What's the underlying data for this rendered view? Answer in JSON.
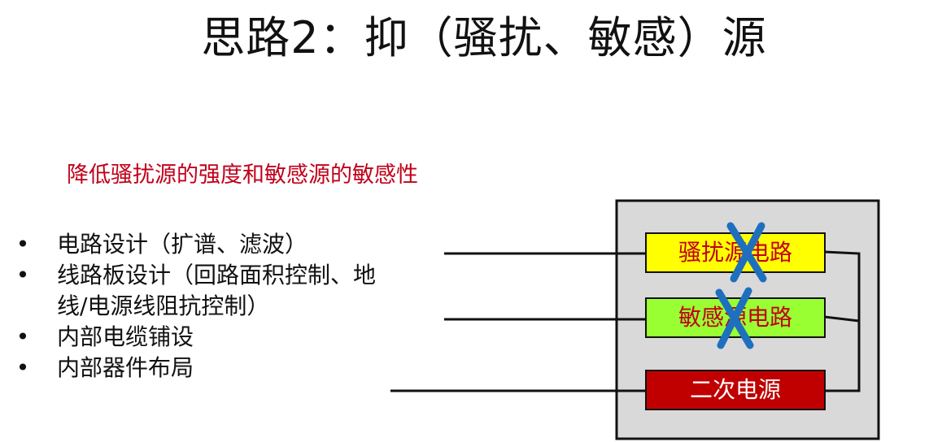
{
  "title": "思路2：抑（骚扰、敏感）源",
  "subtitle": "降低骚扰源的强度和敏感源的敏感性",
  "bullets": [
    {
      "lines": [
        "电路设计（扩谱、滤波）"
      ]
    },
    {
      "lines": [
        "线路板设计（回路面积控制、地",
        "线/电源线阻抗控制）"
      ]
    },
    {
      "lines": [
        "内部电缆铺设"
      ]
    },
    {
      "lines": [
        "内部器件布局"
      ]
    }
  ],
  "bullet_symbol": "•",
  "diagram": {
    "boxes": [
      {
        "label": "骚扰源电路",
        "fill": "#ffff00",
        "text_color": "#c0001a",
        "crossed": true
      },
      {
        "label": "敏感源电路",
        "fill": "#99ff33",
        "text_color": "#c0001a",
        "crossed": true
      },
      {
        "label": "二次电源",
        "fill": "#c00000",
        "text_color": "#ffffff",
        "crossed": false
      }
    ],
    "enclosure_fill": "#d9d9d9",
    "cross_color": "#1f6fbf"
  }
}
